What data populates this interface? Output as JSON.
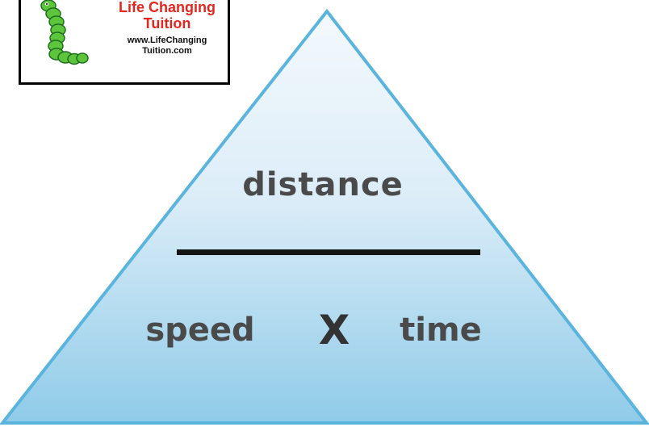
{
  "logo": {
    "title": "Life Changing Tuition",
    "url": "www.LifeChanging Tuition.com"
  },
  "triangle": {
    "top": "distance",
    "bottom_left": "speed",
    "operator": "X",
    "bottom_right": "time",
    "fill_top": "#f4f9fd",
    "fill_bottom": "#8fcbe8",
    "border_color": "#5ab4dd"
  }
}
